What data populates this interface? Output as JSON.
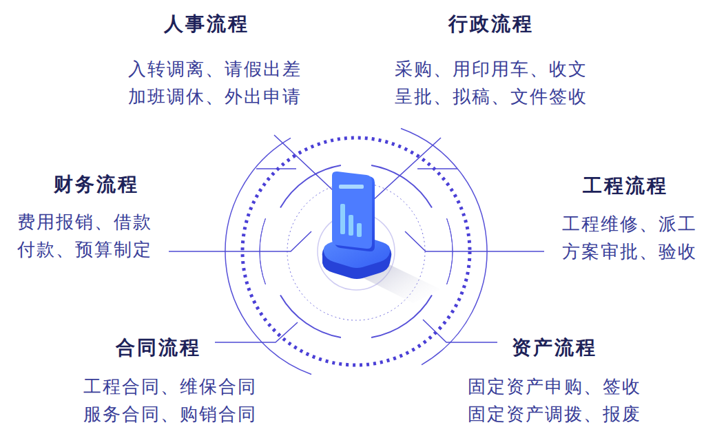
{
  "diagram": {
    "labels": [
      "人事流程",
      "入转调离、请假出差 加班调休、外出申请",
      "行政流程",
      "采购、用印用车、收文 呈批、拟稿、文件签收",
      "财务流程",
      "费用报销、借款 付款、预算制定",
      "工程流程",
      "工程维修、派工 方案审批、验收",
      "合同流程",
      "工程合同、维保合同 服务合同、购销合同",
      "资产流程",
      "固定资产申购、签收 固定资产调拨、报废"
    ]
  }
}
